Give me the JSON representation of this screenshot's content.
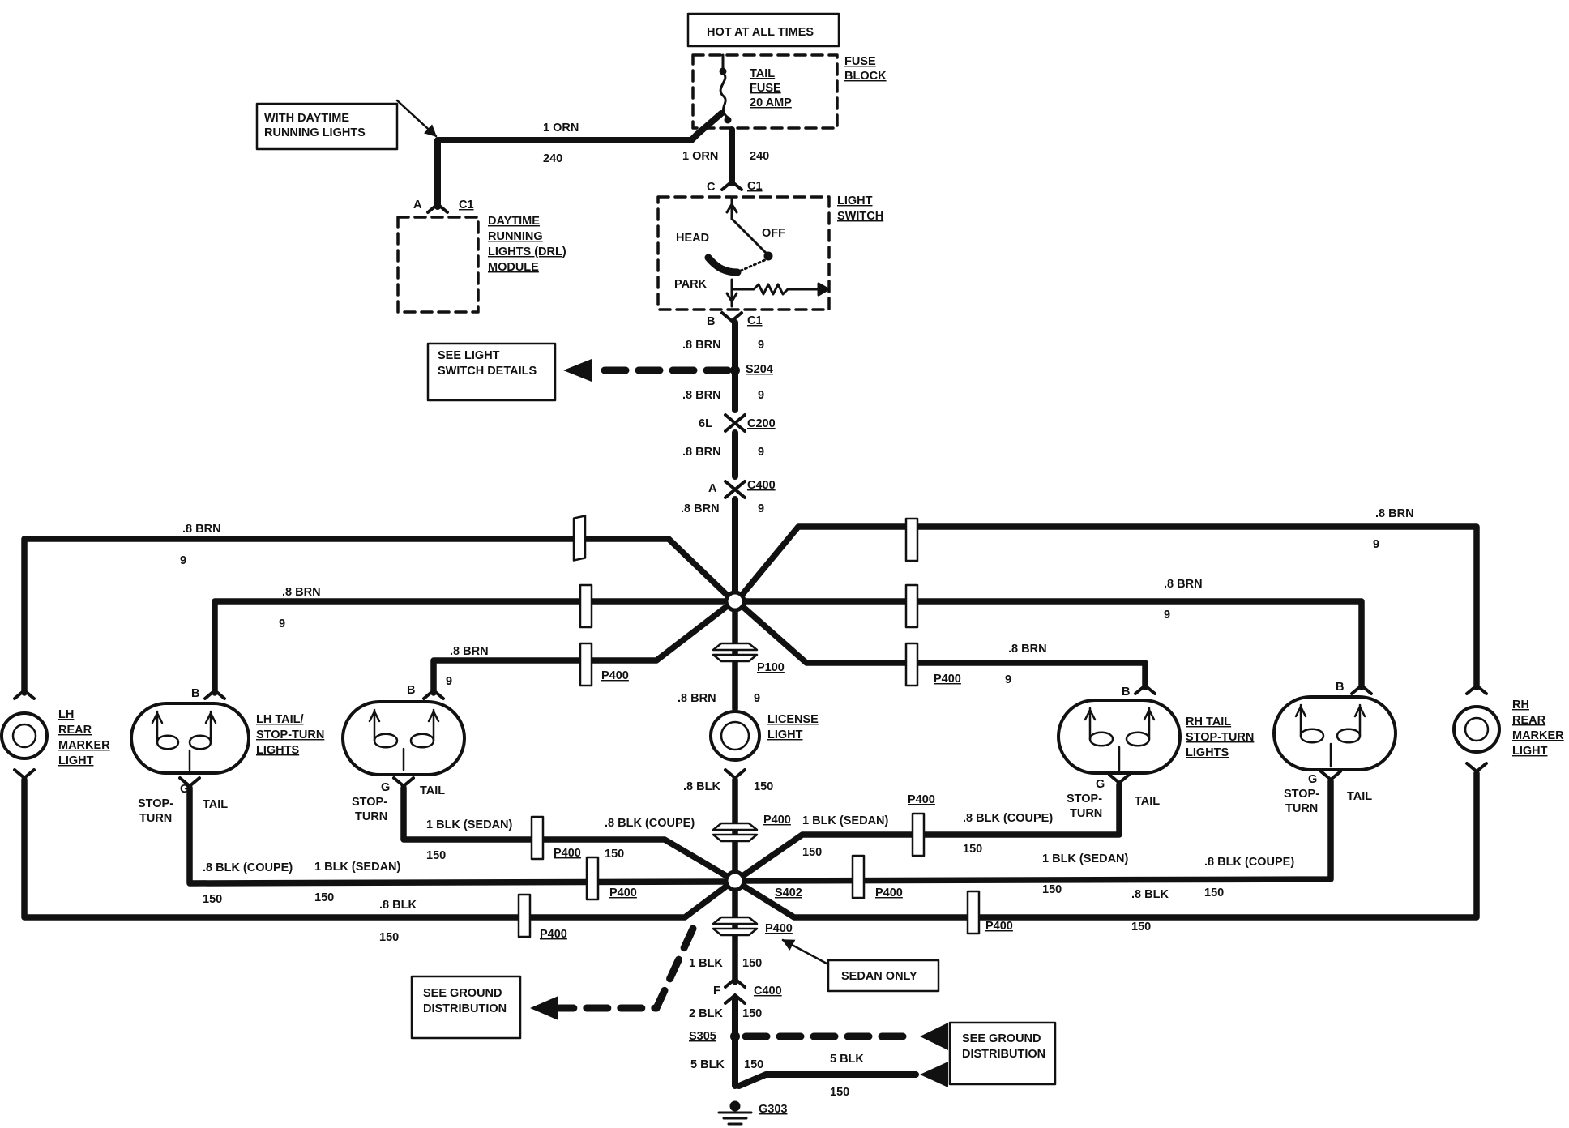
{
  "boxes": {
    "hot": "HOT AT ALL TIMES",
    "daytime": [
      "WITH DAYTIME",
      "RUNNING LIGHTS"
    ],
    "see_light": [
      "SEE LIGHT",
      "SWITCH DETAILS"
    ],
    "sedan_only": "SEDAN ONLY",
    "ground_left": [
      "SEE GROUND",
      "DISTRIBUTION"
    ],
    "ground_right": [
      "SEE GROUND",
      "DISTRIBUTION"
    ]
  },
  "fuse": {
    "block_label": [
      "FUSE",
      "BLOCK"
    ],
    "fuse_label": [
      "TAIL",
      "FUSE",
      "20 AMP"
    ]
  },
  "drl_module": [
    "DAYTIME",
    "RUNNING",
    "LIGHTS (DRL)",
    "MODULE"
  ],
  "light_switch": {
    "label": [
      "LIGHT",
      "SWITCH"
    ],
    "head": "HEAD",
    "off": "OFF",
    "park": "PARK"
  },
  "connectors": {
    "C1": "C1",
    "C": "C",
    "A": "A",
    "B": "B",
    "F": "F",
    "S204": "S204",
    "6L": "6L",
    "C200": "C200",
    "C400": "C400",
    "P100": "P100",
    "P400": "P400",
    "S402": "S402",
    "S305": "S305",
    "G303": "G303"
  },
  "wires": {
    "orn": "1 ORN",
    "c240": "240",
    "brn": ".8 BRN",
    "c9": "9",
    "blk08": ".8 BLK",
    "c150": "150",
    "blk1_sedan": "1 BLK (SEDAN)",
    "blk08_coupe": ".8 BLK (COUPE)",
    "blk1": "1 BLK",
    "blk2": "2 BLK",
    "blk5": "5 BLK"
  },
  "lamps": {
    "lh_marker": [
      "LH",
      "REAR",
      "MARKER",
      "LIGHT"
    ],
    "lh_tail": [
      "LH TAIL/",
      "STOP-TURN",
      "LIGHTS"
    ],
    "rh_tail": [
      "RH TAIL",
      "STOP-TURN",
      "LIGHTS"
    ],
    "rh_marker": [
      "RH",
      "REAR",
      "MARKER",
      "LIGHT"
    ],
    "license": [
      "LICENSE",
      "LIGHT"
    ],
    "stop": "STOP-",
    "turn": "TURN",
    "tail": "TAIL",
    "pin_g": "G",
    "pin_b": "B"
  }
}
